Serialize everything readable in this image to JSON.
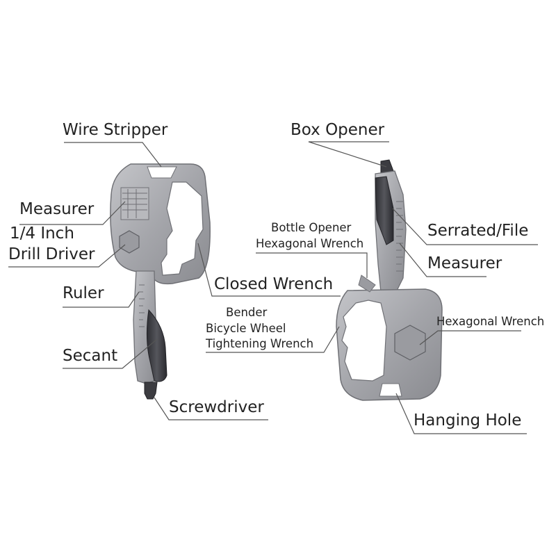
{
  "labels": {
    "left": {
      "wire_stripper": "Wire Stripper",
      "measurer": "Measurer",
      "drill_line1": "1/4 Inch",
      "drill_line2": "Drill Driver",
      "ruler": "Ruler",
      "secant": "Secant",
      "closed_wrench": "Closed Wrench",
      "screwdriver": "Screwdriver"
    },
    "right": {
      "box_opener": "Box Opener",
      "serrated_file": "Serrated/File",
      "measurer": "Measurer",
      "bottle_opener": "Bottle Opener",
      "hex_wrench_top": "Hexagonal Wrench",
      "bender": "Bender",
      "bicycle_line1": "Bicycle Wheel",
      "bicycle_line2": "Tightening Wrench",
      "hex_wrench_side": "Hexagonal Wrench",
      "hanging_hole": "Hanging Hole"
    }
  },
  "colors": {
    "metal": "#a9aaae",
    "metal_dark": "#7d7f84",
    "grip": "#3b3b40",
    "leader": "#555555",
    "text": "#222222"
  }
}
